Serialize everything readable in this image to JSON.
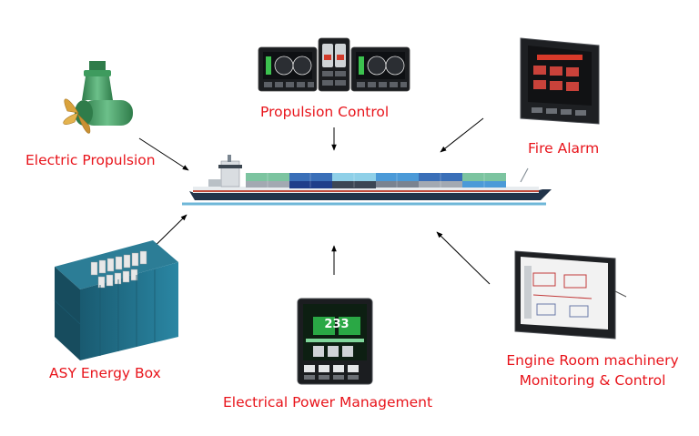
{
  "labels": {
    "electric_propulsion": "Electric Propulsion",
    "propulsion_control": "Propulsion Control",
    "fire_alarm": "Fire Alarm",
    "energy_box": "ASY Energy Box",
    "power_management": "Electrical Power Management",
    "engine_room_line1": "Engine Room machinery",
    "engine_room_line2": "Monitoring & Control"
  },
  "display": {
    "power_readout": "233"
  },
  "colors": {
    "label": "#e8141b",
    "arrow": "#000000",
    "propulsion_unit": "#3e9b5e",
    "propeller": "#d9a23c",
    "container": "#1f6e87",
    "ship_hull": "#22344a",
    "container_stack": [
      "#7cc4a0",
      "#3a6fb8",
      "#8fd0e8",
      "#1f3e8a",
      "#4b9ad8",
      "#a3a9b2"
    ]
  }
}
